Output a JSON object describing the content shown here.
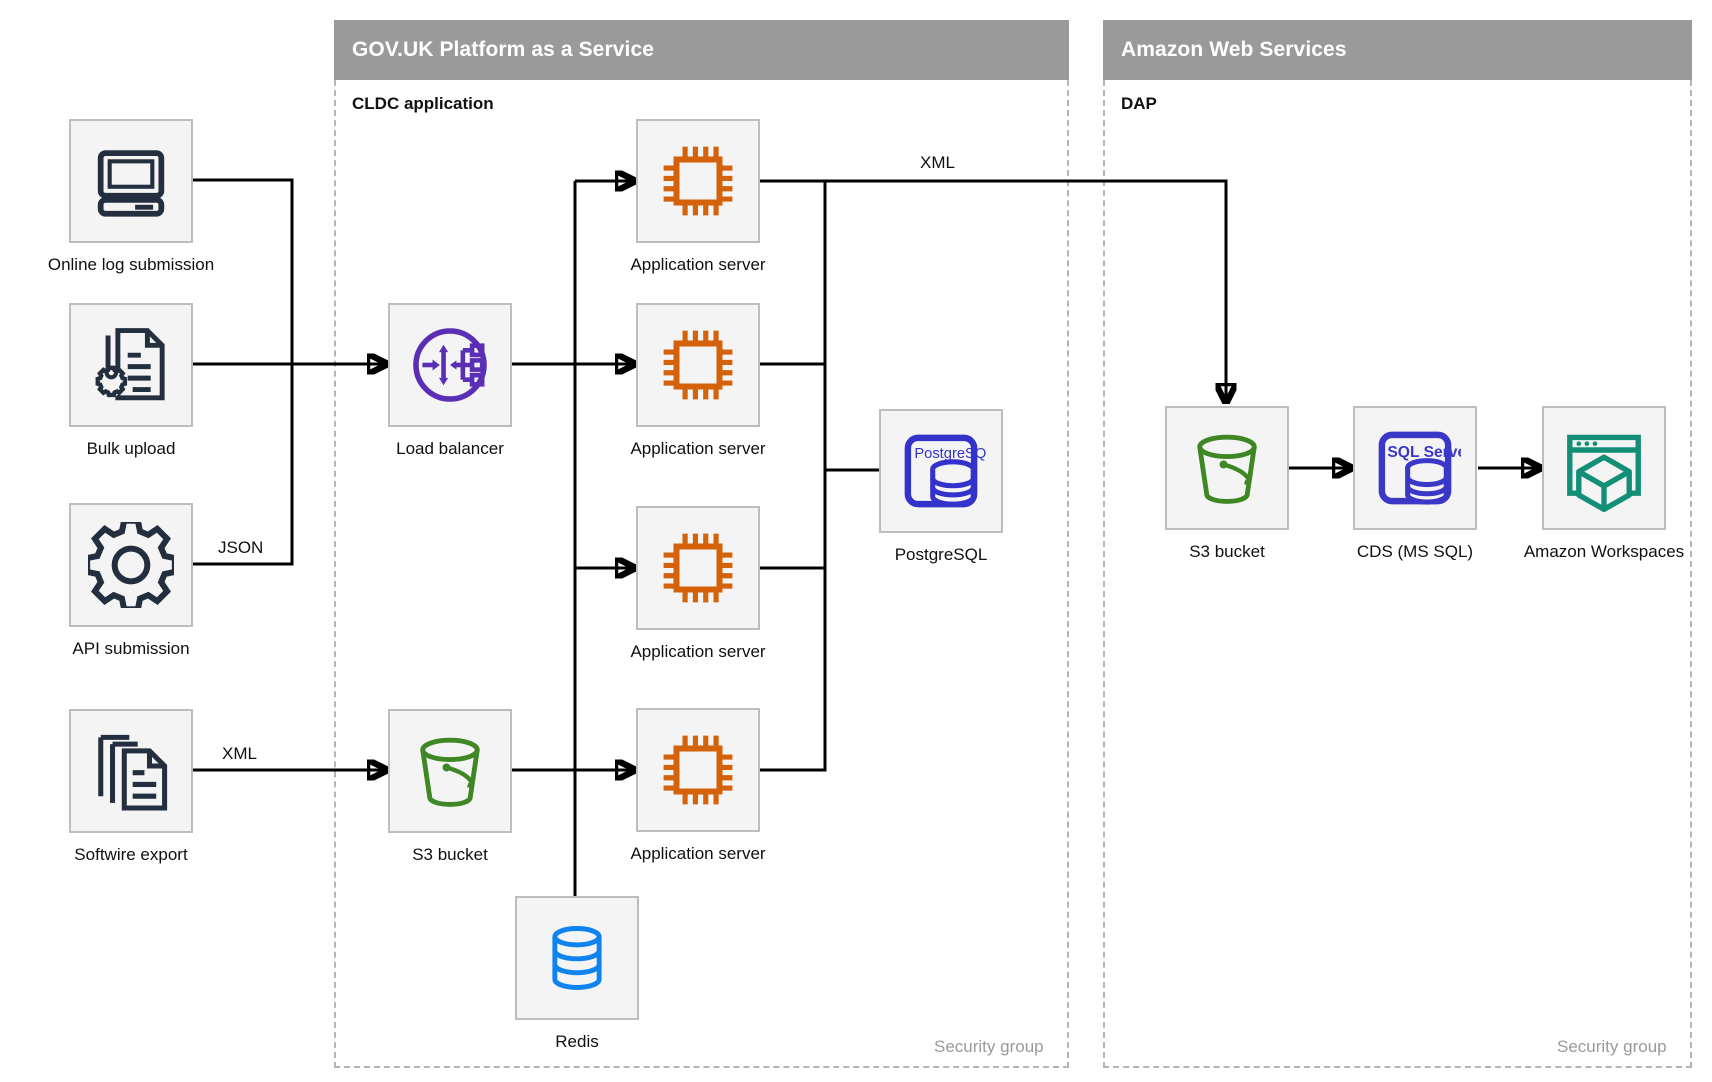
{
  "zones": [
    {
      "id": "paas",
      "title": "GOV.UK Platform as a Service",
      "sub_label": "CLDC application",
      "security_label": "Security group"
    },
    {
      "id": "aws",
      "title": "Amazon Web Services",
      "sub_label": "DAP",
      "security_label": "Security group"
    }
  ],
  "nodes": {
    "online_log": {
      "label": "Online log submission",
      "icon": "desktop-computer-icon",
      "color": "#232F3E"
    },
    "bulk_upload": {
      "label": "Bulk upload",
      "icon": "document-gear-icon",
      "color": "#232F3E"
    },
    "api_submission": {
      "label": "API submission",
      "icon": "gear-icon",
      "color": "#232F3E"
    },
    "softwire_export": {
      "label": "Softwire export",
      "icon": "document-stack-icon",
      "color": "#232F3E"
    },
    "load_balancer": {
      "label": "Load balancer",
      "icon": "load-balancer-icon",
      "color": "#5B2FB5"
    },
    "app_server_1": {
      "label": "Application server",
      "icon": "cpu-chip-icon",
      "color": "#D4620A"
    },
    "app_server_2": {
      "label": "Application server",
      "icon": "cpu-chip-icon",
      "color": "#D4620A"
    },
    "app_server_3": {
      "label": "Application server",
      "icon": "cpu-chip-icon",
      "color": "#D4620A"
    },
    "app_server_4": {
      "label": "Application server",
      "icon": "cpu-chip-icon",
      "color": "#D4620A"
    },
    "postgresql": {
      "label": "PostgreSQL",
      "icon": "postgresql-database-icon",
      "badge": "PostgreSQL",
      "color": "#3333CC"
    },
    "s3_paas": {
      "label": "S3 bucket",
      "icon": "s3-bucket-icon",
      "color": "#3F8624"
    },
    "redis": {
      "label": "Redis",
      "icon": "redis-database-icon",
      "color": "#0F83F0"
    },
    "s3_aws": {
      "label": "S3 bucket",
      "icon": "s3-bucket-icon",
      "color": "#3F8624"
    },
    "cds": {
      "label": "CDS (MS SQL)",
      "icon": "sql-server-database-icon",
      "badge": "SQL Server",
      "color": "#3B38C8"
    },
    "workspaces": {
      "label": "Amazon Workspaces",
      "icon": "amazon-workspaces-icon",
      "color": "#148F77"
    }
  },
  "edge_labels": {
    "json": "JSON",
    "xml_softwire": "XML",
    "xml_to_dap": "XML"
  },
  "palette": {
    "zone_header_bg": "#9a9a9a",
    "zone_header_text": "#ffffff",
    "tile_bg": "#f4f4f4",
    "tile_border": "#bdbdbd",
    "dashed_border": "#b5b5b5",
    "wire": "#000000",
    "text": "#101010",
    "muted_text": "#9a9a9a"
  }
}
